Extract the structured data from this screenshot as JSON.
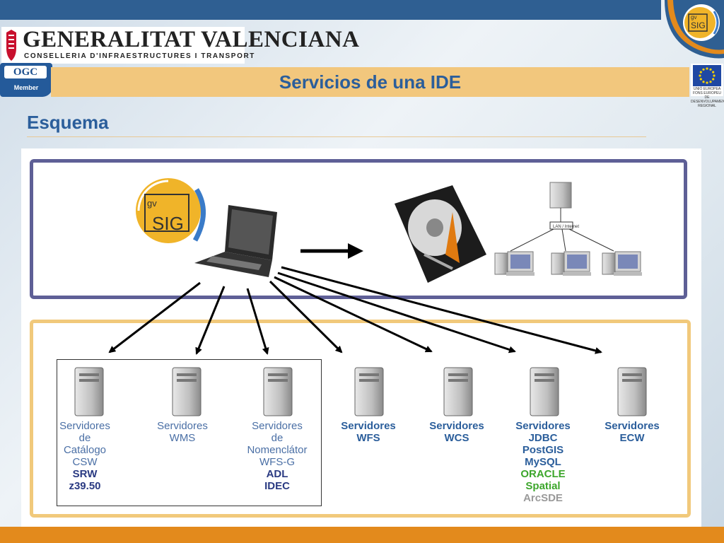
{
  "header": {
    "org_name": "GENERALITAT VALENCIANA",
    "org_sub": "CONSELLERIA D'INFRAESTRUCTURES I TRANSPORT",
    "title": "Servicios de una IDE",
    "ogc_logo": "OGC",
    "ogc_member": "Member",
    "eu_text": "UNIÓ EUROPEA FONS EUROPEU DE DESENVOLUPAMENT REGIONAL"
  },
  "subtitle": "Esquema",
  "diagram": {
    "gvsig_logo": {
      "top": "gv",
      "bottom": "SIG"
    },
    "network_label": "LAN / Internet",
    "servers": [
      {
        "lines": [
          {
            "text": "Servidores",
            "style": "lt"
          },
          {
            "text": "de",
            "style": "lt"
          },
          {
            "text": "Catálogo",
            "style": "lt"
          },
          {
            "text": "CSW",
            "style": "lt"
          },
          {
            "text": "SRW",
            "style": "navy"
          },
          {
            "text": "z39.50",
            "style": "navy"
          }
        ]
      },
      {
        "lines": [
          {
            "text": "Servidores",
            "style": "lt"
          },
          {
            "text": "WMS",
            "style": "lt"
          }
        ]
      },
      {
        "lines": [
          {
            "text": "Servidores",
            "style": "lt"
          },
          {
            "text": "de",
            "style": "lt"
          },
          {
            "text": "Nomenclátor",
            "style": "lt"
          },
          {
            "text": "WFS-G",
            "style": "lt"
          },
          {
            "text": "ADL",
            "style": "navy"
          },
          {
            "text": "IDEC",
            "style": "navy"
          }
        ]
      },
      {
        "lines": [
          {
            "text": "Servidores",
            "style": "bd"
          },
          {
            "text": "WFS",
            "style": "bd"
          }
        ]
      },
      {
        "lines": [
          {
            "text": "Servidores",
            "style": "bd"
          },
          {
            "text": "WCS",
            "style": "bd"
          }
        ]
      },
      {
        "lines": [
          {
            "text": "Servidores",
            "style": "bd"
          },
          {
            "text": "JDBC",
            "style": "bd"
          },
          {
            "text": "PostGIS",
            "style": "bd"
          },
          {
            "text": "MySQL",
            "style": "bd"
          },
          {
            "text": "ORACLE",
            "style": "green"
          },
          {
            "text": "Spatial",
            "style": "green"
          },
          {
            "text": "ArcSDE",
            "style": "grey"
          }
        ]
      },
      {
        "lines": [
          {
            "text": "Servidores",
            "style": "bd"
          },
          {
            "text": "ECW",
            "style": "bd"
          }
        ]
      }
    ]
  },
  "colors": {
    "top_bar": "#2f5f92",
    "title_bar": "#f2c77d",
    "title_text": "#2b5e9b",
    "top_box_border": "#5e5f96",
    "bottom_box_border": "#f1c97b",
    "bottom_bar": "#e38a1c"
  }
}
